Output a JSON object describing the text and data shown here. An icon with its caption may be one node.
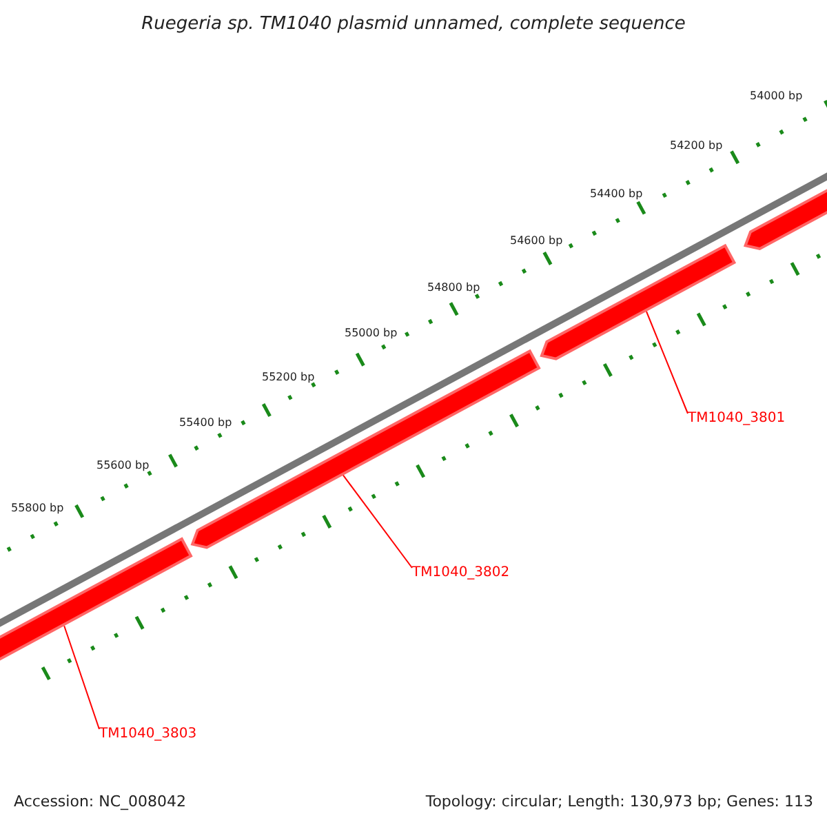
{
  "diagram": {
    "title": "Ruegeria sp. TM1040 plasmid unnamed, complete sequence",
    "nodes": [
      {
        "text": [
          "TM1040_3801"
        ]
      },
      {
        "text": [],
        "shape": "bar"
      },
      {
        "text": [
          "TM1040_3802"
        ]
      },
      {
        "text": [],
        "shape": "bar"
      },
      {
        "text": [
          "TM1040_3803"
        ]
      },
      {
        "text": [],
        "shape": "bar"
      },
      {
        "text": [],
        "shape": "bar"
      }
    ],
    "edges": [
      {
        "from": 0,
        "to": 1,
        "arrow": "none"
      },
      {
        "from": 2,
        "to": 3,
        "arrow": "none"
      },
      {
        "from": 4,
        "to": 5,
        "arrow": "none"
      }
    ],
    "labels": [
      "54000 bp",
      "54200 bp",
      "54400 bp",
      "54600 bp",
      "54800 bp",
      "55000 bp",
      "55200 bp",
      "55400 bp",
      "55600 bp",
      "55800 bp",
      "Accession: NC_008042",
      "Topology: circular; Length: 130,973 bp; Genes: 113"
    ]
  }
}
